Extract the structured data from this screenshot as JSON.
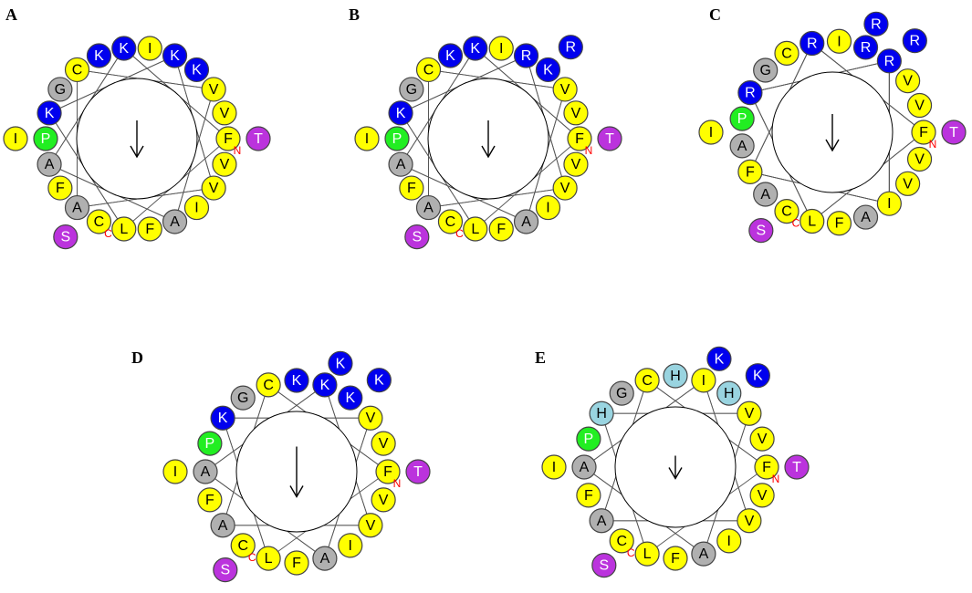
{
  "colors": {
    "hydrophobic": "#ffff00",
    "polar_basic": "#0000ee",
    "polar_uncharged": "#bb33dd",
    "special": "#22ee22",
    "small": "#b0b0b0",
    "histidine": "#99d4e0",
    "terminus_label": "#ff0000"
  },
  "panels": [
    {
      "label": "A",
      "residues": [
        {
          "aa": "F",
          "cls": "hydrophobic",
          "term": "N"
        },
        {
          "aa": "V",
          "cls": "hydrophobic"
        },
        {
          "aa": "V",
          "cls": "hydrophobic"
        },
        {
          "aa": "K",
          "cls": "polar_basic"
        },
        {
          "aa": "K",
          "cls": "polar_basic"
        },
        {
          "aa": "I",
          "cls": "hydrophobic"
        },
        {
          "aa": "K",
          "cls": "polar_basic"
        },
        {
          "aa": "K",
          "cls": "polar_basic"
        },
        {
          "aa": "C",
          "cls": "hydrophobic"
        },
        {
          "aa": "G",
          "cls": "small"
        },
        {
          "aa": "K",
          "cls": "polar_basic"
        },
        {
          "aa": "P",
          "cls": "special"
        },
        {
          "aa": "A",
          "cls": "small"
        },
        {
          "aa": "F",
          "cls": "hydrophobic"
        },
        {
          "aa": "A",
          "cls": "small"
        },
        {
          "aa": "C",
          "cls": "hydrophobic",
          "term": "C"
        },
        {
          "aa": "L",
          "cls": "hydrophobic"
        },
        {
          "aa": "F",
          "cls": "hydrophobic"
        },
        {
          "aa": "A",
          "cls": "small"
        },
        {
          "aa": "I",
          "cls": "hydrophobic"
        },
        {
          "aa": "V",
          "cls": "hydrophobic"
        },
        {
          "aa": "V",
          "cls": "hydrophobic"
        }
      ],
      "outer": [
        {
          "aa": "T",
          "cls": "polar_uncharged"
        },
        {
          "aa": "S",
          "cls": "polar_uncharged"
        },
        {
          "aa": "I",
          "cls": "hydrophobic"
        }
      ]
    },
    {
      "label": "B",
      "residues": [
        {
          "aa": "F",
          "cls": "hydrophobic",
          "term": "N"
        },
        {
          "aa": "V",
          "cls": "hydrophobic"
        },
        {
          "aa": "V",
          "cls": "hydrophobic"
        },
        {
          "aa": "K",
          "cls": "polar_basic"
        },
        {
          "aa": "R",
          "cls": "polar_basic"
        },
        {
          "aa": "I",
          "cls": "hydrophobic"
        },
        {
          "aa": "K",
          "cls": "polar_basic"
        },
        {
          "aa": "K",
          "cls": "polar_basic"
        },
        {
          "aa": "C",
          "cls": "hydrophobic"
        },
        {
          "aa": "G",
          "cls": "small"
        },
        {
          "aa": "K",
          "cls": "polar_basic"
        },
        {
          "aa": "P",
          "cls": "special"
        },
        {
          "aa": "A",
          "cls": "small"
        },
        {
          "aa": "F",
          "cls": "hydrophobic"
        },
        {
          "aa": "A",
          "cls": "small"
        },
        {
          "aa": "C",
          "cls": "hydrophobic",
          "term": "C"
        },
        {
          "aa": "L",
          "cls": "hydrophobic"
        },
        {
          "aa": "F",
          "cls": "hydrophobic"
        },
        {
          "aa": "A",
          "cls": "small"
        },
        {
          "aa": "I",
          "cls": "hydrophobic"
        },
        {
          "aa": "V",
          "cls": "hydrophobic"
        },
        {
          "aa": "V",
          "cls": "hydrophobic"
        }
      ],
      "outer": [
        {
          "aa": "T",
          "cls": "polar_uncharged"
        },
        {
          "aa": "S",
          "cls": "polar_uncharged"
        },
        {
          "aa": "I",
          "cls": "hydrophobic"
        },
        {
          "aa": "R",
          "cls": "polar_basic"
        }
      ]
    },
    {
      "label": "C",
      "residues": [
        {
          "aa": "F",
          "cls": "hydrophobic",
          "term": "N"
        },
        {
          "aa": "V",
          "cls": "hydrophobic"
        },
        {
          "aa": "V",
          "cls": "hydrophobic"
        },
        {
          "aa": "R",
          "cls": "polar_basic"
        },
        {
          "aa": "R",
          "cls": "polar_basic"
        },
        {
          "aa": "I",
          "cls": "hydrophobic"
        },
        {
          "aa": "R",
          "cls": "polar_basic"
        },
        {
          "aa": "C",
          "cls": "hydrophobic"
        },
        {
          "aa": "G",
          "cls": "small"
        },
        {
          "aa": "R",
          "cls": "polar_basic"
        },
        {
          "aa": "P",
          "cls": "special"
        },
        {
          "aa": "A",
          "cls": "small"
        },
        {
          "aa": "F",
          "cls": "hydrophobic"
        },
        {
          "aa": "A",
          "cls": "small"
        },
        {
          "aa": "C",
          "cls": "hydrophobic",
          "term": "C"
        },
        {
          "aa": "L",
          "cls": "hydrophobic"
        },
        {
          "aa": "F",
          "cls": "hydrophobic"
        },
        {
          "aa": "A",
          "cls": "small"
        },
        {
          "aa": "I",
          "cls": "hydrophobic"
        },
        {
          "aa": "V",
          "cls": "hydrophobic"
        },
        {
          "aa": "V",
          "cls": "hydrophobic"
        }
      ],
      "outer": [
        {
          "aa": "T",
          "cls": "polar_uncharged"
        },
        {
          "aa": "S",
          "cls": "polar_uncharged"
        },
        {
          "aa": "I",
          "cls": "hydrophobic"
        },
        {
          "aa": "R",
          "cls": "polar_basic"
        },
        {
          "aa": "R",
          "cls": "polar_basic"
        }
      ]
    },
    {
      "label": "D",
      "residues": [
        {
          "aa": "F",
          "cls": "hydrophobic",
          "term": "N"
        },
        {
          "aa": "V",
          "cls": "hydrophobic"
        },
        {
          "aa": "V",
          "cls": "hydrophobic"
        },
        {
          "aa": "K",
          "cls": "polar_basic"
        },
        {
          "aa": "K",
          "cls": "polar_basic"
        },
        {
          "aa": "K",
          "cls": "polar_basic"
        },
        {
          "aa": "C",
          "cls": "hydrophobic"
        },
        {
          "aa": "G",
          "cls": "small"
        },
        {
          "aa": "K",
          "cls": "polar_basic"
        },
        {
          "aa": "P",
          "cls": "special"
        },
        {
          "aa": "A",
          "cls": "small"
        },
        {
          "aa": "F",
          "cls": "hydrophobic"
        },
        {
          "aa": "A",
          "cls": "small"
        },
        {
          "aa": "C",
          "cls": "hydrophobic",
          "term": "C"
        },
        {
          "aa": "L",
          "cls": "hydrophobic"
        },
        {
          "aa": "F",
          "cls": "hydrophobic"
        },
        {
          "aa": "A",
          "cls": "small"
        },
        {
          "aa": "I",
          "cls": "hydrophobic"
        },
        {
          "aa": "V",
          "cls": "hydrophobic"
        },
        {
          "aa": "V",
          "cls": "hydrophobic"
        }
      ],
      "outer": [
        {
          "aa": "T",
          "cls": "polar_uncharged"
        },
        {
          "aa": "S",
          "cls": "polar_uncharged"
        },
        {
          "aa": "I",
          "cls": "hydrophobic"
        },
        {
          "aa": "K",
          "cls": "polar_basic"
        },
        {
          "aa": "K",
          "cls": "polar_basic"
        }
      ]
    },
    {
      "label": "E",
      "residues": [
        {
          "aa": "F",
          "cls": "hydrophobic",
          "term": "N"
        },
        {
          "aa": "V",
          "cls": "hydrophobic"
        },
        {
          "aa": "V",
          "cls": "hydrophobic"
        },
        {
          "aa": "H",
          "cls": "histidine"
        },
        {
          "aa": "I",
          "cls": "hydrophobic"
        },
        {
          "aa": "H",
          "cls": "histidine"
        },
        {
          "aa": "C",
          "cls": "hydrophobic"
        },
        {
          "aa": "G",
          "cls": "small"
        },
        {
          "aa": "H",
          "cls": "histidine"
        },
        {
          "aa": "P",
          "cls": "special"
        },
        {
          "aa": "A",
          "cls": "small"
        },
        {
          "aa": "F",
          "cls": "hydrophobic"
        },
        {
          "aa": "A",
          "cls": "small"
        },
        {
          "aa": "C",
          "cls": "hydrophobic",
          "term": "C"
        },
        {
          "aa": "L",
          "cls": "hydrophobic"
        },
        {
          "aa": "F",
          "cls": "hydrophobic"
        },
        {
          "aa": "A",
          "cls": "small"
        },
        {
          "aa": "I",
          "cls": "hydrophobic"
        },
        {
          "aa": "V",
          "cls": "hydrophobic"
        },
        {
          "aa": "V",
          "cls": "hydrophobic"
        }
      ],
      "outer": [
        {
          "aa": "T",
          "cls": "polar_uncharged"
        },
        {
          "aa": "S",
          "cls": "polar_uncharged"
        },
        {
          "aa": "I",
          "cls": "hydrophobic"
        },
        {
          "aa": "K",
          "cls": "polar_basic"
        },
        {
          "aa": "K",
          "cls": "polar_basic"
        }
      ]
    }
  ]
}
